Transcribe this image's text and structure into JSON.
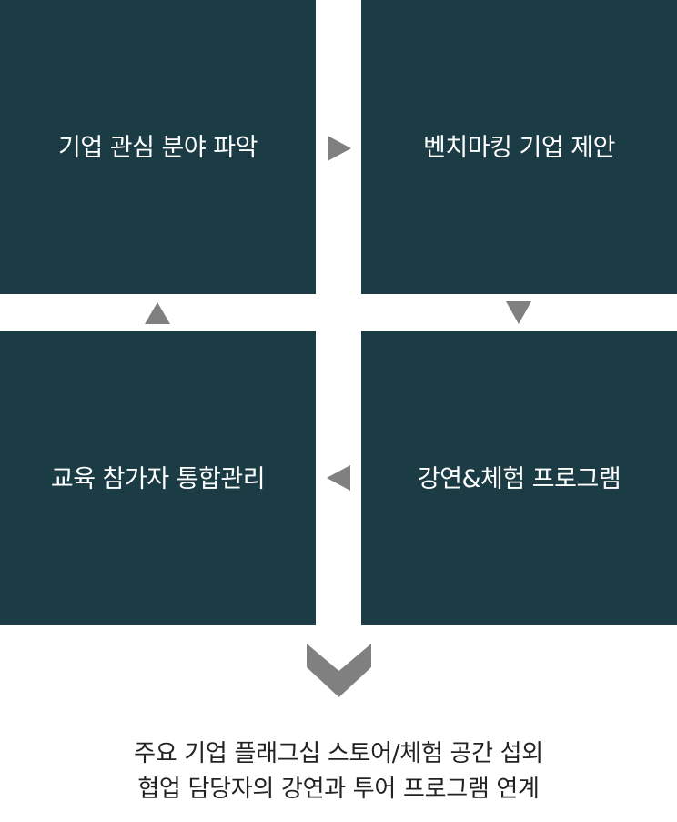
{
  "steps": [
    {
      "label": "기업 관심 분야 파악"
    },
    {
      "label": "벤치마킹 기업 제안"
    },
    {
      "label": "강연&체험 프로그램"
    },
    {
      "label": "교육 참가자 통합관리"
    }
  ],
  "caption": {
    "line1": "주요 기업 플래그십 스토어/체험 공간 섭외",
    "line2": "협업 담당자의 강연과 투어 프로그램 연계"
  },
  "colors": {
    "box": "#1b3c44",
    "box_text": "#ffffff",
    "arrow": "#808080",
    "caption_text": "#222222"
  },
  "icons": {
    "flow_arrows": [
      "triangle-right-icon",
      "triangle-down-icon",
      "triangle-left-icon",
      "triangle-up-icon"
    ],
    "result": "chevron-down-icon"
  }
}
